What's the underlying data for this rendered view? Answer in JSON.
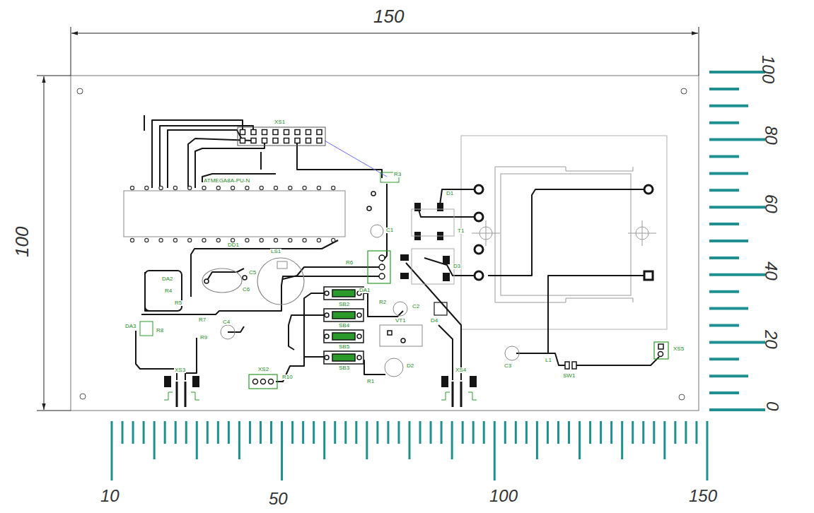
{
  "diagram": {
    "labels": [
      "150",
      "100",
      "100",
      "80",
      "60",
      "40",
      "20",
      "0",
      "10",
      "50",
      "100",
      "150",
      "XS1",
      "ATMEGA8A-PU-N",
      "DD1",
      "R3",
      "C1",
      "D1",
      "T1",
      "LS1",
      "R6",
      "DA1",
      "D3",
      "C5",
      "C6",
      "DA2",
      "R4",
      "R5",
      "R7",
      "C4",
      "DA3",
      "R8",
      "R9",
      "SB2",
      "SB4",
      "SB5",
      "SB3",
      "R2",
      "C2",
      "VT1",
      "D4",
      "R10",
      "XS2",
      "D2",
      "R1",
      "XS3",
      "XS4",
      "C3",
      "L1",
      "SW1",
      "XS5"
    ]
  }
}
